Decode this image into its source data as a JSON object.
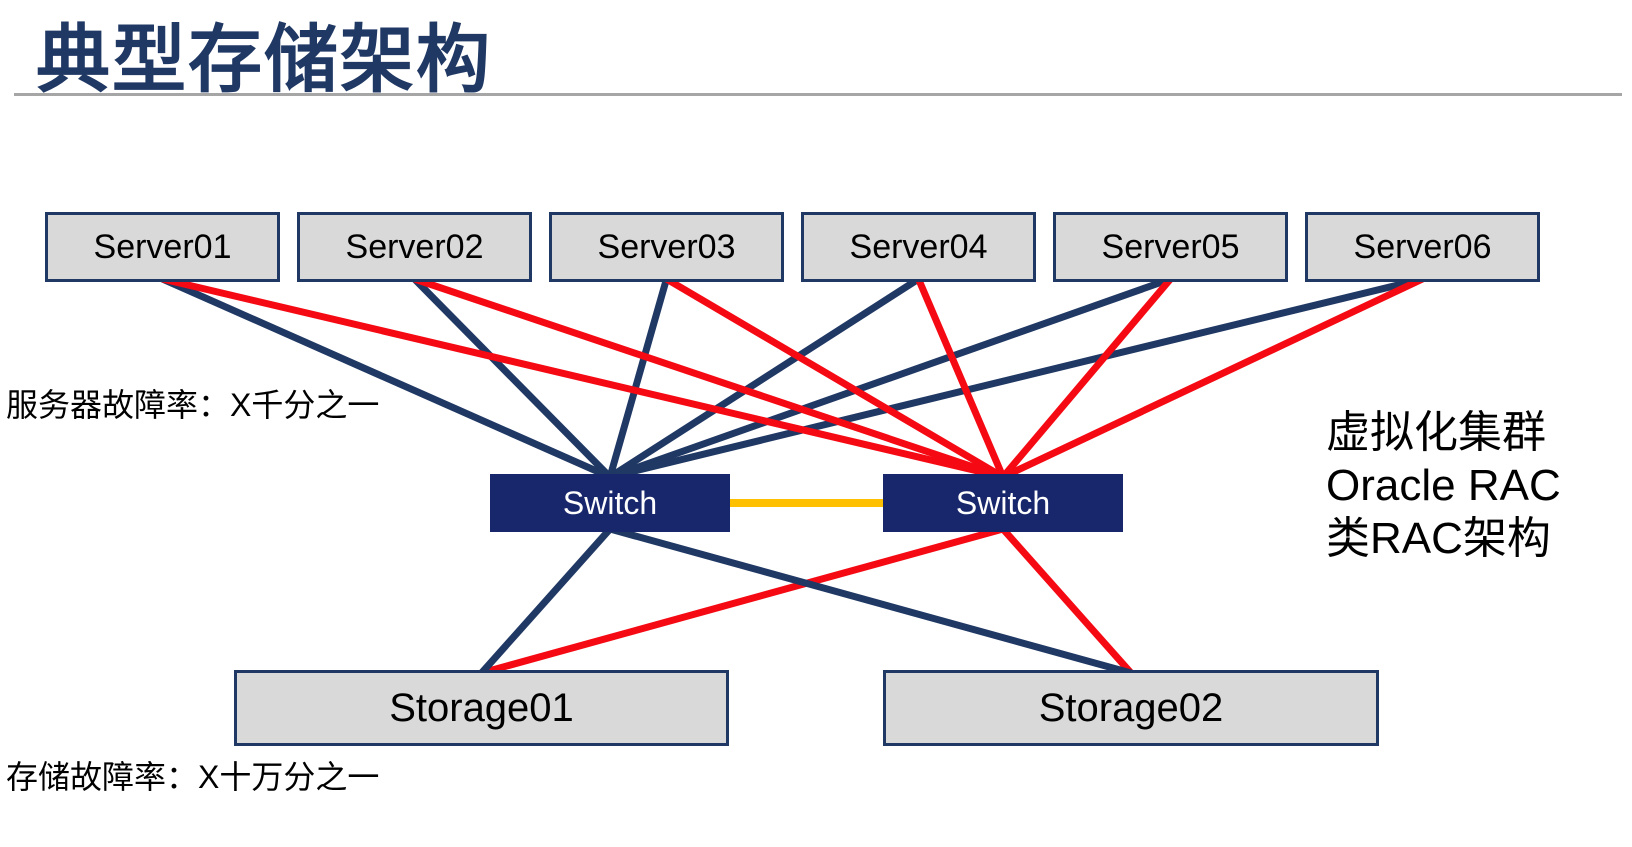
{
  "slide": {
    "title": "典型存储架构"
  },
  "nodes": {
    "servers": [
      {
        "id": "server01",
        "label": "Server01"
      },
      {
        "id": "server02",
        "label": "Server02"
      },
      {
        "id": "server03",
        "label": "Server03"
      },
      {
        "id": "server04",
        "label": "Server04"
      },
      {
        "id": "server05",
        "label": "Server05"
      },
      {
        "id": "server06",
        "label": "Server06"
      }
    ],
    "switches": [
      {
        "id": "switch-left",
        "label": "Switch"
      },
      {
        "id": "switch-right",
        "label": "Switch"
      }
    ],
    "storages": [
      {
        "id": "storage01",
        "label": "Storage01"
      },
      {
        "id": "storage02",
        "label": "Storage02"
      }
    ]
  },
  "annotations": {
    "server_failure_rate": "服务器故障率：X千分之一",
    "storage_failure_rate": "存储故障率：X十万分之一",
    "cluster_note_lines": [
      "虚拟化集群",
      "Oracle RAC",
      "类RAC架构"
    ]
  },
  "colors": {
    "navy": "#203864",
    "red": "#F50A14",
    "gold": "#FFC000",
    "box_fill": "#D9D9D9",
    "switch_fill": "#18266B",
    "title_text": "#203864",
    "divider_gray": "#A6A6A6"
  },
  "edges": [
    {
      "from": "server01",
      "from_anchor": "bottom",
      "to": "switch-left",
      "to_anchor": "top",
      "color": "navy",
      "width": 7
    },
    {
      "from": "server02",
      "from_anchor": "bottom",
      "to": "switch-left",
      "to_anchor": "top",
      "color": "navy",
      "width": 7
    },
    {
      "from": "server03",
      "from_anchor": "bottom",
      "to": "switch-left",
      "to_anchor": "top",
      "color": "navy",
      "width": 7
    },
    {
      "from": "server04",
      "from_anchor": "bottom",
      "to": "switch-left",
      "to_anchor": "top",
      "color": "navy",
      "width": 7
    },
    {
      "from": "server05",
      "from_anchor": "bottom",
      "to": "switch-left",
      "to_anchor": "top",
      "color": "navy",
      "width": 7
    },
    {
      "from": "server06",
      "from_anchor": "bottom",
      "to": "switch-left",
      "to_anchor": "top",
      "color": "navy",
      "width": 7
    },
    {
      "from": "server01",
      "from_anchor": "bottom",
      "to": "switch-right",
      "to_anchor": "top",
      "color": "red",
      "width": 7
    },
    {
      "from": "server02",
      "from_anchor": "bottom",
      "to": "switch-right",
      "to_anchor": "top",
      "color": "red",
      "width": 7
    },
    {
      "from": "server03",
      "from_anchor": "bottom",
      "to": "switch-right",
      "to_anchor": "top",
      "color": "red",
      "width": 7
    },
    {
      "from": "server04",
      "from_anchor": "bottom",
      "to": "switch-right",
      "to_anchor": "top",
      "color": "red",
      "width": 7
    },
    {
      "from": "server05",
      "from_anchor": "bottom",
      "to": "switch-right",
      "to_anchor": "top",
      "color": "red",
      "width": 7
    },
    {
      "from": "server06",
      "from_anchor": "bottom",
      "to": "switch-right",
      "to_anchor": "top",
      "color": "red",
      "width": 7
    },
    {
      "from": "switch-left",
      "from_anchor": "right",
      "to": "switch-right",
      "to_anchor": "left",
      "color": "gold",
      "width": 8
    },
    {
      "from": "switch-right",
      "from_anchor": "bottom",
      "to": "storage01",
      "to_anchor": "top",
      "color": "red",
      "width": 7
    },
    {
      "from": "switch-right",
      "from_anchor": "bottom",
      "to": "storage02",
      "to_anchor": "top",
      "color": "red",
      "width": 7
    },
    {
      "from": "switch-left",
      "from_anchor": "bottom",
      "to": "storage01",
      "to_anchor": "top",
      "color": "navy",
      "width": 7
    },
    {
      "from": "switch-left",
      "from_anchor": "bottom",
      "to": "storage02",
      "to_anchor": "top",
      "color": "navy",
      "width": 7
    }
  ]
}
